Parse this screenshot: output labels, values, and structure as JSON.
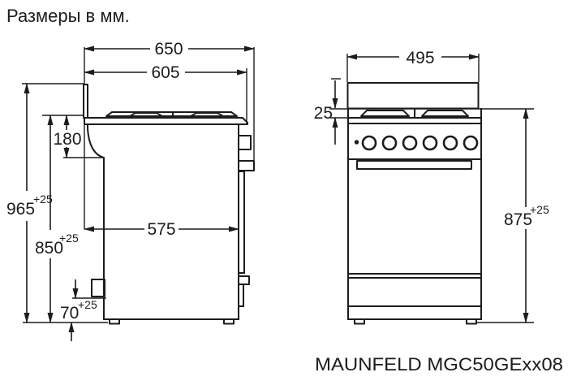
{
  "title": "Размеры в мм.",
  "model_label": "MAUNFELD MGC50GExx08",
  "side_view": {
    "dims": {
      "total_depth": "650",
      "hob_depth": "605",
      "backsplash_height": "180",
      "total_height": "965",
      "total_height_tol": "+25",
      "hob_height": "850",
      "hob_height_tol": "+25",
      "body_depth": "575",
      "gas_inlet_height": "70",
      "gas_inlet_tol": "+25"
    }
  },
  "front_view": {
    "dims": {
      "width": "495",
      "grate_height": "25",
      "hob_height": "875",
      "hob_height_tol": "+25"
    }
  }
}
